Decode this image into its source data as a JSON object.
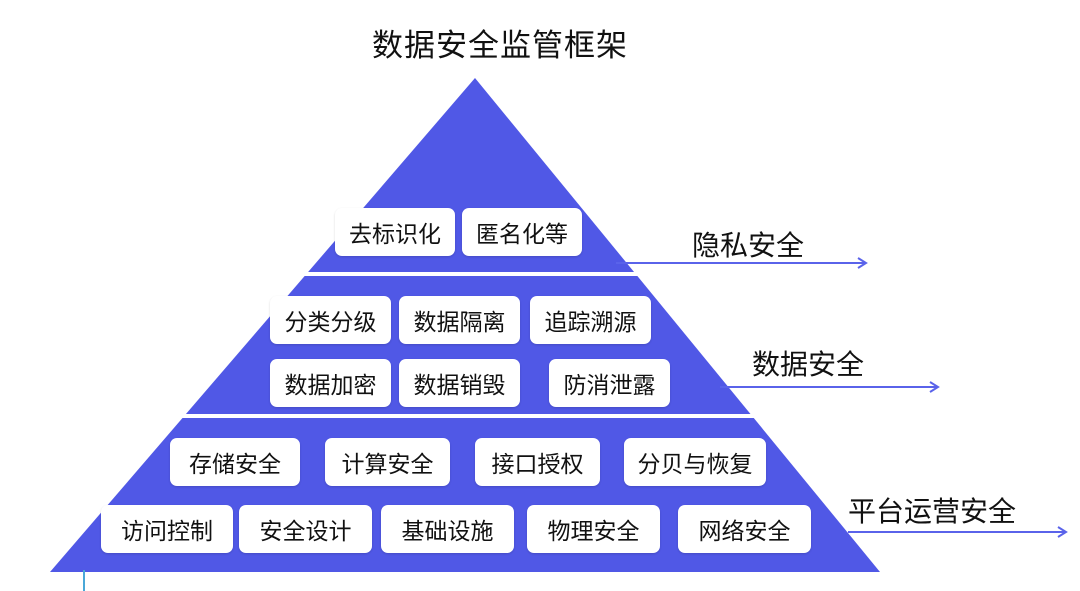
{
  "title": "数据安全监管框架",
  "colors": {
    "pyramid": "#5058e6",
    "arrow": "#5a63ea",
    "box": "#ffffff"
  },
  "layers": [
    {
      "label": "隐私安全",
      "rows": [
        [
          "去标识化",
          "匿名化等"
        ]
      ]
    },
    {
      "label": "数据安全",
      "rows": [
        [
          "分类分级",
          "数据隔离",
          "追踪溯源"
        ],
        [
          "数据加密",
          "数据销毁",
          "防消泄露"
        ]
      ]
    },
    {
      "label": "平台运营安全",
      "rows": [
        [
          "存储安全",
          "计算安全",
          "接口授权",
          "分贝与恢复"
        ],
        [
          "访问控制",
          "安全设计",
          "基础设施",
          "物理安全",
          "网络安全"
        ]
      ]
    }
  ]
}
